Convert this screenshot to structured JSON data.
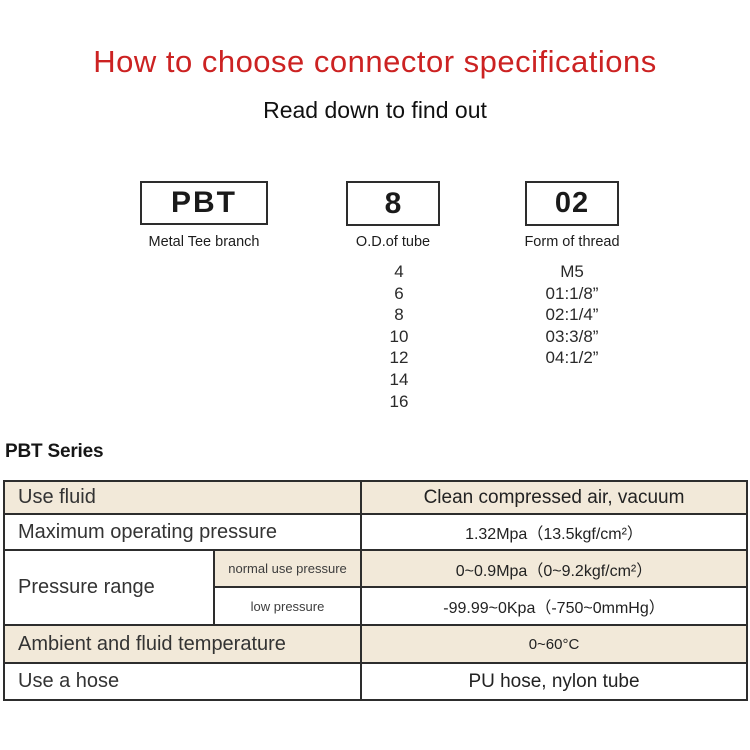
{
  "page": {
    "title": "How to choose connector specifications",
    "subtitle": "Read down to find out"
  },
  "code_breakdown": {
    "segments": [
      {
        "code": "PBT",
        "label": "Metal Tee branch"
      },
      {
        "code": "8",
        "label": "O.D.of tube",
        "options": [
          "4",
          "6",
          "8",
          "10",
          "12",
          "14",
          "16"
        ]
      },
      {
        "code": "02",
        "label": "Form of thread",
        "options": [
          "M5",
          "01:1/8”",
          "02:1/4”",
          "03:3/8”",
          "04:1/2”"
        ]
      }
    ]
  },
  "series": {
    "heading": "PBT Series",
    "table": {
      "use_fluid_label": "Use fluid",
      "use_fluid_value": "Clean compressed air, vacuum",
      "max_pressure_label": "Maximum operating pressure",
      "max_pressure_value": "1.32Mpa（13.5kgf/cm²）",
      "pressure_range_label": "Pressure range",
      "normal_pressure_label": "normal use pressure",
      "normal_pressure_value": "0~0.9Mpa（0~9.2kgf/cm²）",
      "low_pressure_label": "low pressure",
      "low_pressure_value": "-99.99~0Kpa（-750~0mmHg）",
      "temperature_label": "Ambient and fluid temperature",
      "temperature_value": "0~60°C",
      "hose_label": "Use a hose",
      "hose_value": "PU hose, nylon tube"
    }
  },
  "colors": {
    "accent_red": "#cc2222",
    "row_beige": "#f2e9d9",
    "border_dark": "#2d2d2d"
  }
}
